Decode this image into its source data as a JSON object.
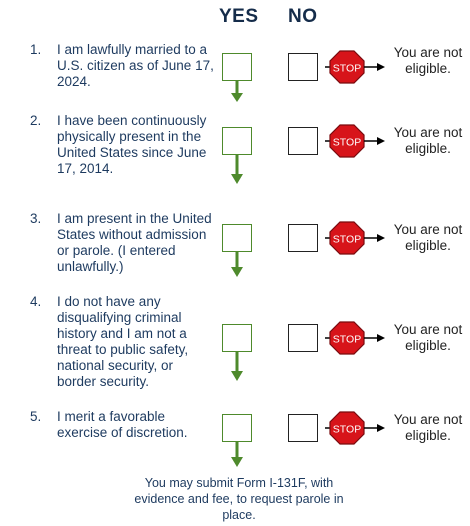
{
  "header": {
    "yes_label": "YES",
    "no_label": "NO"
  },
  "stop_label": "STOP",
  "outcome_no": "You are not eligible.",
  "questions": [
    {
      "number": "1.",
      "text": "I am lawfully married to a U.S. citizen as of June 17, 2024."
    },
    {
      "number": "2.",
      "text": "I have been continuously physically present in the United States since June 17, 2014."
    },
    {
      "number": "3.",
      "text": "I am present in the United States without admission or parole. (I entered unlawfully.)"
    },
    {
      "number": "4.",
      "text": "I do not have any disqualifying criminal history and I am not a threat to public safety, national security, or border security."
    },
    {
      "number": "5.",
      "text": "I merit a favorable exercise of discretion."
    }
  ],
  "final_outcome": "You may submit Form I-131F, with evidence and fee, to request parole in place.",
  "colors": {
    "yes_green": "#4e8a2c",
    "stop_red": "#d7141a",
    "text_blue": "#1d3a5f"
  }
}
